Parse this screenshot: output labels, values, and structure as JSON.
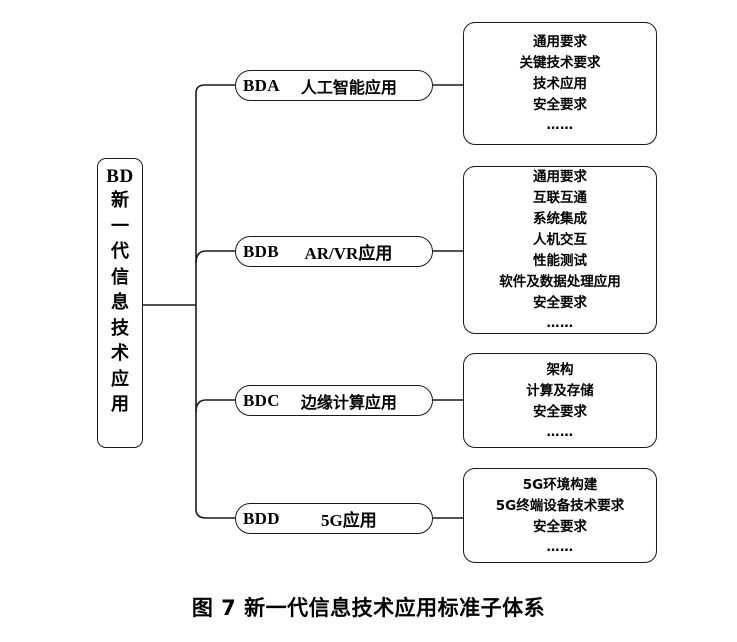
{
  "figure": {
    "caption": "图 7 新一代信息技术应用标准子体系"
  },
  "root": {
    "code": "BD",
    "label": "新一代信息技术应用",
    "chars": [
      "新",
      "一",
      "代",
      "信",
      "息",
      "技",
      "术",
      "应",
      "用"
    ]
  },
  "branches": [
    {
      "code": "BDA",
      "label": "人工智能应用",
      "details": [
        "通用要求",
        "关键技术要求",
        "技术应用",
        "安全要求",
        "……"
      ]
    },
    {
      "code": "BDB",
      "label": "AR/VR应用",
      "details": [
        "通用要求",
        "互联互通",
        "系统集成",
        "人机交互",
        "性能测试",
        "软件及数据处理应用",
        "安全要求",
        "……"
      ]
    },
    {
      "code": "BDC",
      "label": "边缘计算应用",
      "details": [
        "架构",
        "计算及存储",
        "安全要求",
        "……"
      ]
    },
    {
      "code": "BDD",
      "label": "5G应用",
      "details": [
        "5G环境构建",
        "5G终端设备技术要求",
        "安全要求",
        "……"
      ]
    }
  ],
  "colors": {
    "stroke": "#1a1a1a",
    "background": "#ffffff",
    "text": "#000000"
  }
}
